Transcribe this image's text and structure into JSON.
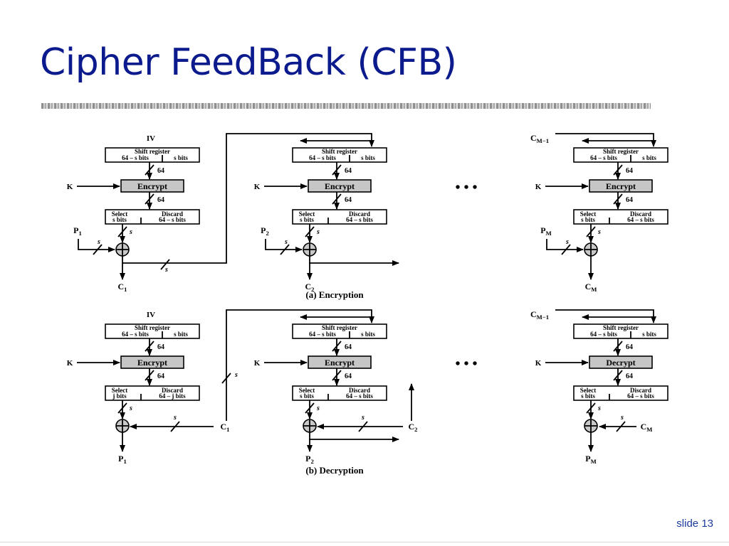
{
  "slide": {
    "title": "Cipher FeedBack (CFB)",
    "footer": "slide 13"
  },
  "labels": {
    "iv": "IV",
    "shift_register": "Shift register",
    "sr_left": "64 – s bits",
    "sr_right": "s bits",
    "width_64": "64",
    "key": "K",
    "encrypt": "Encrypt",
    "decrypt": "Decrypt",
    "select": "Select",
    "discard": "Discard",
    "s_bits": "s bits",
    "j_bits": "j bits",
    "discard_s": "64 – s bits",
    "discard_j": "64 – j bits",
    "s": "s",
    "ellipsis": "•   •   •",
    "c_m_minus_1": "CM−1",
    "p1": "P1",
    "p2": "P2",
    "pm": "PM",
    "c1": "C1",
    "c2": "C2",
    "cm": "CM",
    "caption_enc": "(a) Encryption",
    "caption_dec": "(b) Decryption"
  }
}
